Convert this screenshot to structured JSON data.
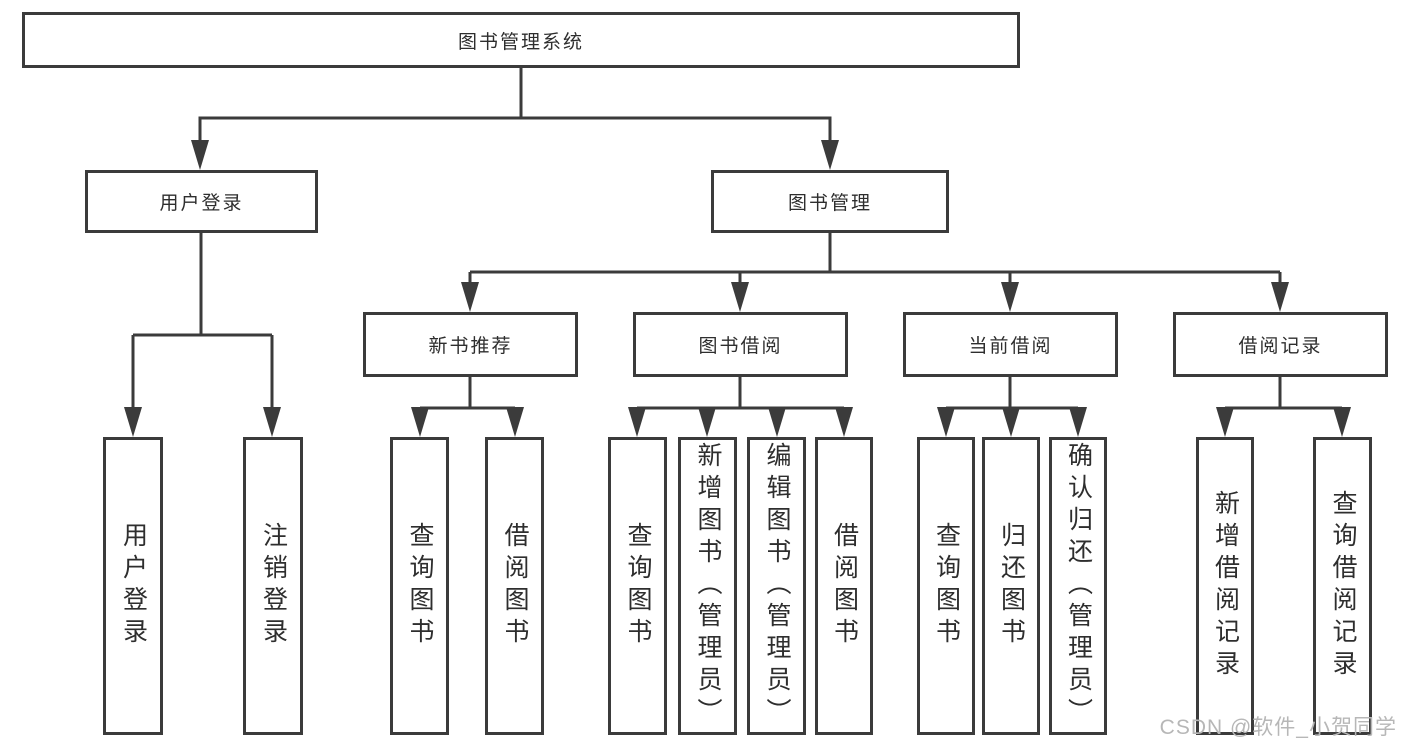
{
  "colors": {
    "line": "#3b3b3b",
    "text": "#2e2e2e",
    "watermark": "#b7b7b7",
    "background": "#ffffff"
  },
  "watermark": "CSDN @软件_小贺同学",
  "tree": {
    "label": "图书管理系统",
    "children": [
      {
        "label": "用户登录",
        "children": [
          {
            "label": "用户登录"
          },
          {
            "label": "注销登录"
          }
        ]
      },
      {
        "label": "图书管理",
        "children": [
          {
            "label": "新书推荐",
            "children": [
              {
                "label": "查询图书"
              },
              {
                "label": "借阅图书"
              }
            ]
          },
          {
            "label": "图书借阅",
            "children": [
              {
                "label": "查询图书"
              },
              {
                "label": "新增图书（管理员）"
              },
              {
                "label": "编辑图书（管理员）"
              },
              {
                "label": "借阅图书"
              }
            ]
          },
          {
            "label": "当前借阅",
            "children": [
              {
                "label": "查询图书"
              },
              {
                "label": "归还图书"
              },
              {
                "label": "确认归还（管理员）"
              }
            ]
          },
          {
            "label": "借阅记录",
            "children": [
              {
                "label": "新增借阅记录"
              },
              {
                "label": "查询借阅记录"
              }
            ]
          }
        ]
      }
    ]
  }
}
